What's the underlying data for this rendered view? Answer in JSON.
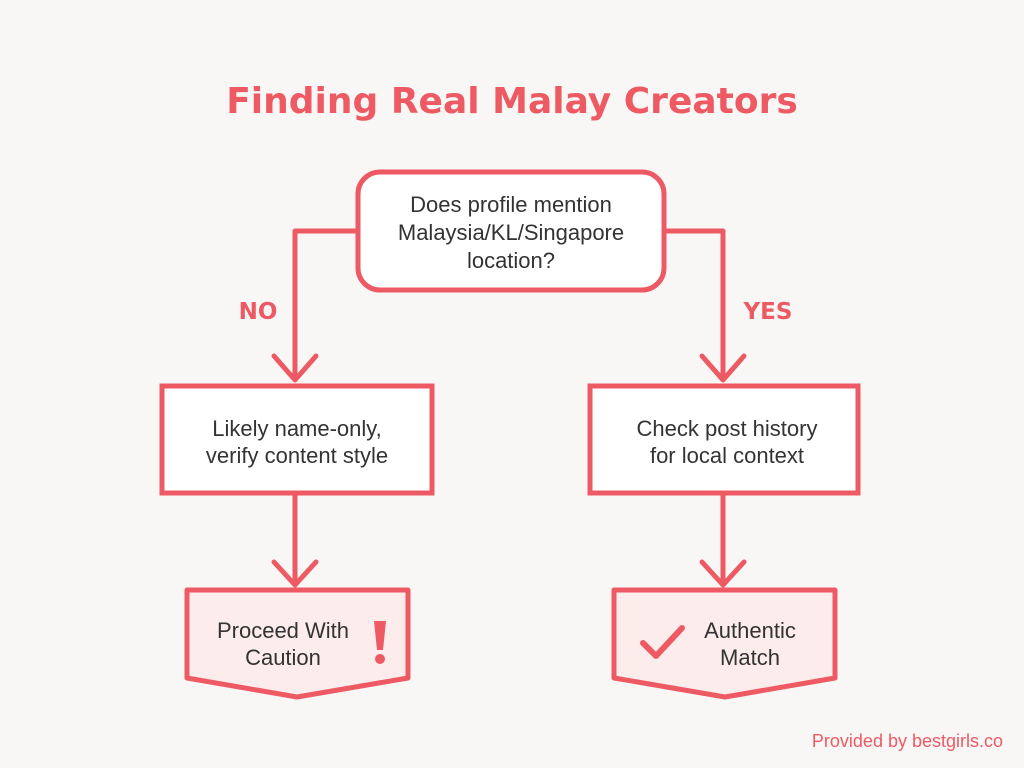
{
  "title": "Finding Real Malay Creators",
  "decision": {
    "lines": [
      "Does profile mention",
      "Malaysia/KL/Singapore",
      "location?"
    ]
  },
  "branches": {
    "left_label": "NO",
    "right_label": "YES"
  },
  "left_process": {
    "lines": [
      "Likely name-only,",
      "verify content style"
    ]
  },
  "right_process": {
    "lines": [
      "Check post history",
      "for local context"
    ]
  },
  "left_outcome": {
    "lines": [
      "Proceed With",
      "Caution"
    ],
    "icon": "exclamation-icon"
  },
  "right_outcome": {
    "lines": [
      "Authentic",
      "Match"
    ],
    "icon": "checkmark-icon"
  },
  "footer": {
    "credit": "Provided by bestgirls.co"
  },
  "colors": {
    "accent": "#ee5a64",
    "text": "#333333",
    "box_fill": "#ffffff",
    "outcome_fill": "#fcecec",
    "background": "#f8f7f6"
  }
}
